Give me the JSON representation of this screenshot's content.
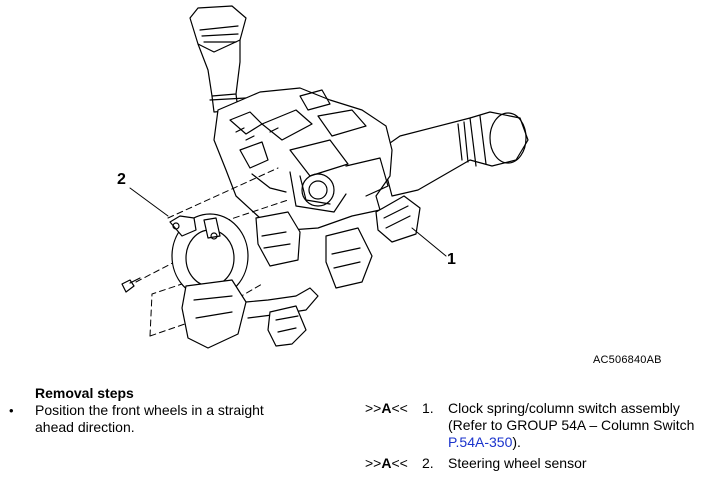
{
  "figure": {
    "callouts": [
      "2",
      "1"
    ],
    "figure_id": "AC506840AB"
  },
  "removal": {
    "title": "Removal steps",
    "bullet": "•",
    "pre_step": "Position the front wheels in a straight ahead direction.",
    "steps": [
      {
        "ref_prefix": ">>",
        "ref_letter": "A",
        "ref_suffix": "<<",
        "number": "1.",
        "text_before": "Clock spring/column switch assembly (Refer to GROUP 54A – Column Switch ",
        "link": "P.54A-350",
        "text_after": ")."
      },
      {
        "ref_prefix": ">>",
        "ref_letter": "A",
        "ref_suffix": "<<",
        "number": "2.",
        "text_before": "Steering wheel sensor",
        "link": "",
        "text_after": ""
      }
    ]
  }
}
